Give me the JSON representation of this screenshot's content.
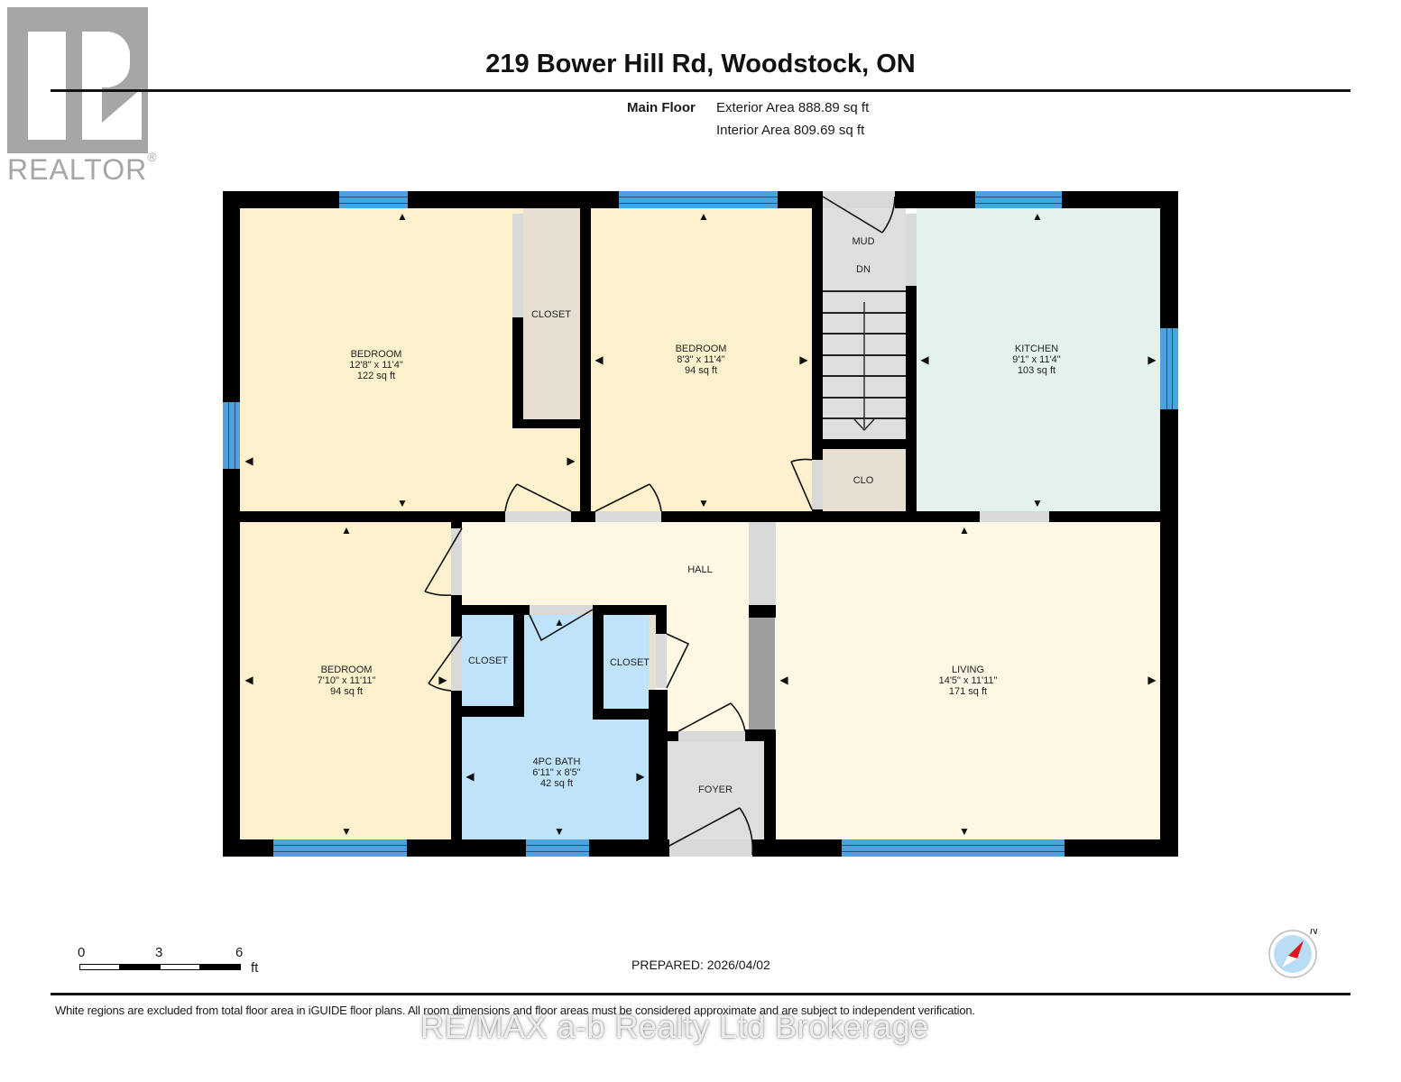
{
  "header": {
    "logo_word": "REALTOR",
    "logo_mark": "®",
    "title": "219 Bower Hill Rd, Woodstock, ON",
    "floor_label": "Main Floor",
    "exterior_area": "Exterior Area 888.89 sq ft",
    "interior_area": "Interior Area 809.69 sq ft"
  },
  "rooms": [
    {
      "name": "BEDROOM",
      "dims": "12'8\" x 11'4\"",
      "area": "122 sq ft"
    },
    {
      "name": "CLOSET"
    },
    {
      "name": "BEDROOM",
      "dims": "8'3\" x 11'4\"",
      "area": "94 sq ft"
    },
    {
      "name": "MUD"
    },
    {
      "name": "DN"
    },
    {
      "name": "CLO"
    },
    {
      "name": "KITCHEN",
      "dims": "9'1\" x 11'4\"",
      "area": "103 sq ft"
    },
    {
      "name": "HALL"
    },
    {
      "name": "BEDROOM",
      "dims": "7'10\" x 11'11\"",
      "area": "94 sq ft"
    },
    {
      "name": "CLOSET"
    },
    {
      "name": "CLOSET"
    },
    {
      "name": "4PC BATH",
      "dims": "6'11\" x 8'5\"",
      "area": "42 sq ft"
    },
    {
      "name": "FOYER"
    },
    {
      "name": "LIVING",
      "dims": "14'5\" x 11'11\"",
      "area": "171 sq ft"
    }
  ],
  "colors": {
    "bedroom": "#fdf0cc",
    "closet": "#e7dfd1",
    "kitchen": "#e3f2ec",
    "hall": "#fdf7e3",
    "living": "#fdf7e3",
    "bath": "#bfe3fb",
    "utility": "#dedede",
    "wall": "#000000",
    "window": "#4aa3dc"
  },
  "footer": {
    "scale": {
      "ticks": [
        "0",
        "3",
        "6"
      ],
      "unit": "ft"
    },
    "prepared": "PREPARED: 2026/04/02",
    "compass_label": "N",
    "disclaimer": "White regions are excluded from total floor area in iGUIDE floor plans. All room dimensions and floor areas must be considered approximate and are subject to independent verification.",
    "watermark": "RE/MAX a-b Realty Ltd Brokerage"
  }
}
